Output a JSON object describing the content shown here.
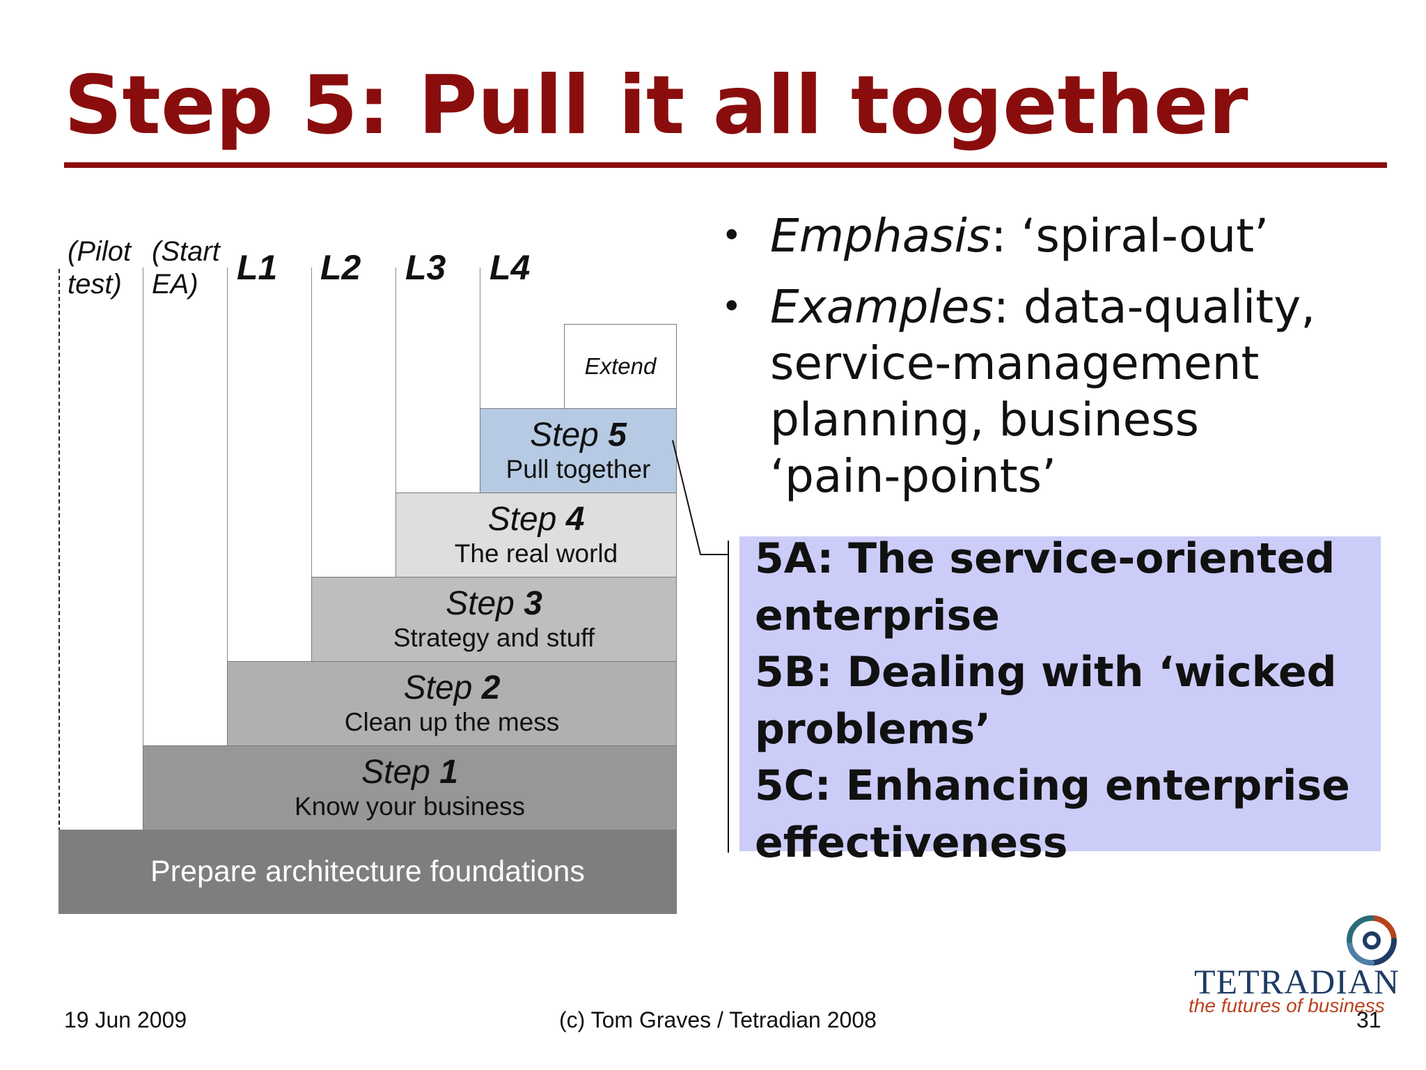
{
  "slide": {
    "title": "Step 5: Pull it all together"
  },
  "diagram": {
    "columns": [
      {
        "line1": "(Pilot",
        "line2": "test)"
      },
      {
        "line1": "(Start",
        "line2": "EA)"
      }
    ],
    "levels": [
      "L1",
      "L2",
      "L3",
      "L4"
    ],
    "extend": "Extend",
    "steps": [
      {
        "prefix": "Step ",
        "num": "5",
        "sub": "Pull together"
      },
      {
        "prefix": "Step ",
        "num": "4",
        "sub": "The real world"
      },
      {
        "prefix": "Step ",
        "num": "3",
        "sub": "Strategy and stuff"
      },
      {
        "prefix": "Step ",
        "num": "2",
        "sub": "Clean up the mess"
      },
      {
        "prefix": "Step ",
        "num": "1",
        "sub": "Know your business"
      }
    ],
    "foundation": "Prepare architecture foundations",
    "colors": {
      "step5": "#b6cbe3",
      "step4": "#dedede",
      "step3": "#bebebe",
      "step2": "#b0b0b0",
      "step1": "#979797",
      "foundation": "#7e7e7e"
    }
  },
  "bullets": [
    {
      "lead": "Emphasis",
      "rest": ": ‘spiral-out’"
    },
    {
      "lead": "Examples",
      "rest": ": data-quality, service-management planning, business ‘pain-points’"
    }
  ],
  "note": {
    "lines": [
      "5A: The service-oriented enterprise",
      "5B: Dealing with ‘wicked problems’",
      "5C: Enhancing enterprise effectiveness"
    ]
  },
  "footer": {
    "date": "19 Jun 2009",
    "copyright": "(c) Tom Graves / Tetradian 2008",
    "page": "31",
    "logo_word": "TETRADIAN",
    "tagline": "the futures of business"
  }
}
